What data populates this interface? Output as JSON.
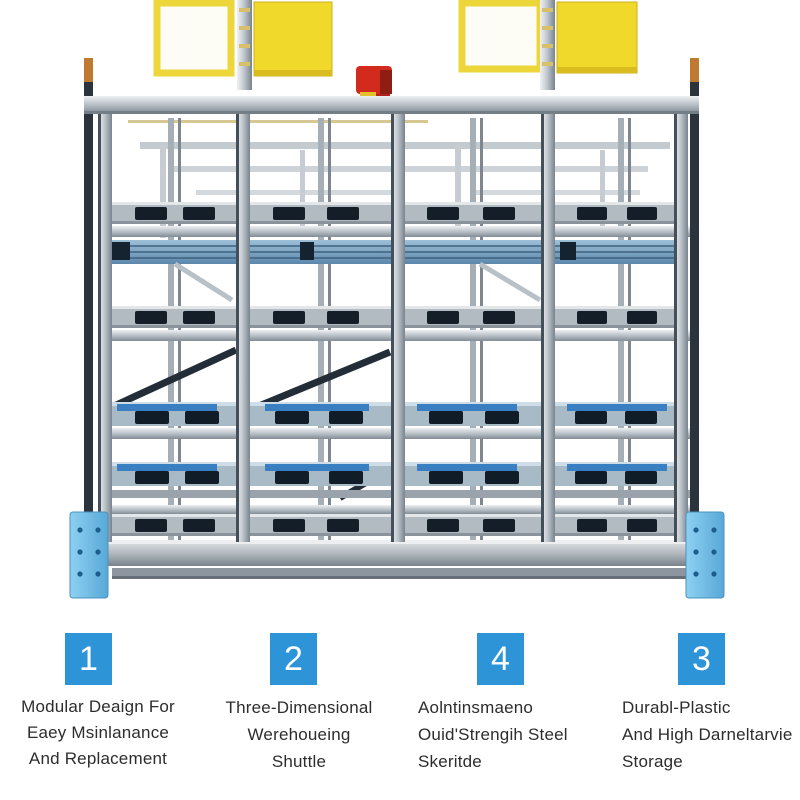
{
  "page": {
    "background": "#ffffff"
  },
  "photo": {
    "subject": "multi-level-steel-shuttle-racking",
    "colors": {
      "frame_light": "#d3d8dc",
      "frame_mid": "#aab3ba",
      "frame_dark": "#2b333d",
      "deck_blue": "#6e9bc1",
      "pallet_navy": "#141e29",
      "item_blue": "#3a7fc1",
      "anchor_blue": "#76c1e9",
      "box_yellow": "#f1d92b",
      "estop_red": "#d22a1c",
      "accent_orange": "#c07a30"
    }
  },
  "badge": {
    "color": "#2e94d8",
    "text_color": "#ffffff"
  },
  "features": [
    {
      "number": "1",
      "lines": [
        "Modular Deaign For",
        "Eaey Msinlanance",
        "And Replacement"
      ]
    },
    {
      "number": "2",
      "lines": [
        "Three-Dimensional",
        "Werehoueing",
        "Shuttle"
      ]
    },
    {
      "number": "4",
      "lines": [
        "Aolntinsmaeno",
        "Ouid'Strengih Steel",
        "Skeritde"
      ]
    },
    {
      "number": "3",
      "lines": [
        "Durabl-Plastic",
        "And High Darneltarvie",
        "Storage"
      ]
    }
  ]
}
